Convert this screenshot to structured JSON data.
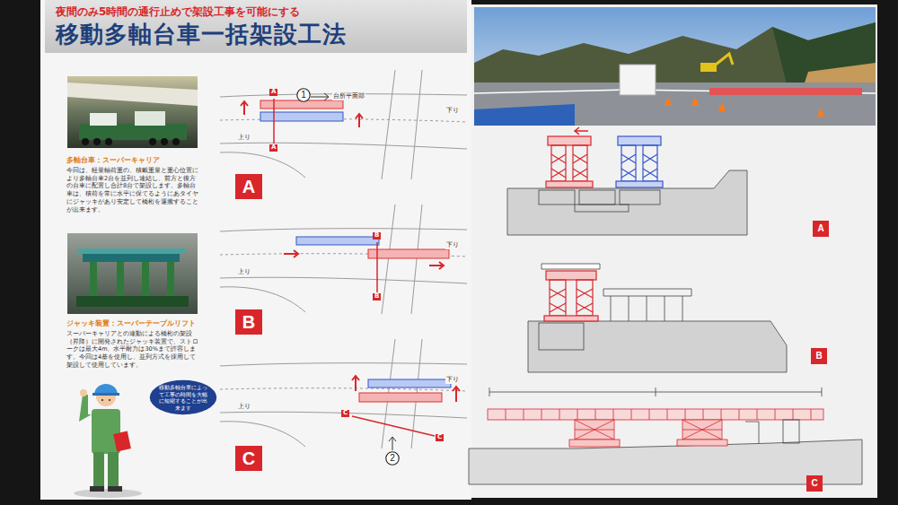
{
  "diagram": {
    "nodes": [
      {
        "text": [
          "夜間のみ5時間の通行止めで架設工事を可能にする",
          "移動多軸台車一括架設工法"
        ]
      },
      {
        "text": [
          "多軸台車：スーパーキャリア",
          "今回は、軽量軸荷重の、積載重量と重心位置により多軸台車2台を並列し連結し、前方と後方の台車に配置し合計8台で架設します。多軸台車は、積荷を常に水平に保てるようにあタイヤにジャッキがあり安定して橋桁を運搬することが出来ます。"
        ]
      },
      {
        "text": [
          "ジャッキ装置：スーパーテーブルリフト",
          "スーパーキャリアとの連動による橋桁の架設（昇降）に開発されたジャッキ装置で、ストロークは最大4m、水平耐力は30%まで許容します。今回は4基を使用し、並列方式を採用して架設して使用しています。"
        ]
      },
      {
        "text": [
          "移動多軸台車によって工事の時間を大幅に短縮することが出来ます"
        ]
      },
      {
        "text": [
          "A"
        ]
      },
      {
        "text": [
          "B"
        ]
      },
      {
        "text": [
          "C"
        ]
      },
      {
        "text": [
          "A"
        ]
      },
      {
        "text": [
          "B"
        ]
      },
      {
        "text": [
          "C"
        ]
      },
      {
        "text": [
          "1"
        ]
      },
      {
        "text": [
          "2"
        ]
      }
    ],
    "labels": [
      "台所平面部",
      "下り",
      "上り",
      "下り",
      "上り",
      "下り",
      "上り",
      "A",
      "A",
      "B",
      "B",
      "C",
      "C"
    ]
  }
}
